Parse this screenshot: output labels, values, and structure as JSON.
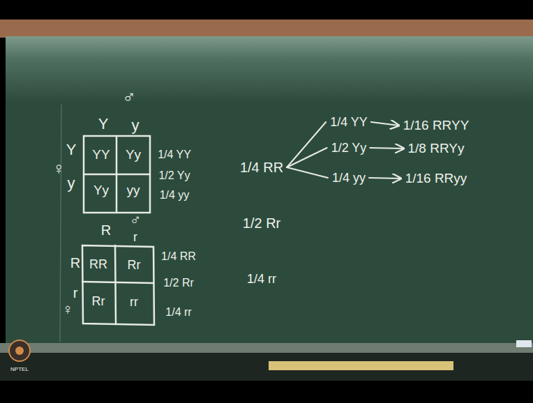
{
  "diagram": {
    "nodes": [
      {
        "text": [
          "1/4 RR"
        ]
      },
      {
        "text": [
          "1/4 YY"
        ]
      },
      {
        "text": [
          "1/2 Yy"
        ]
      },
      {
        "text": [
          "1/4 yy"
        ]
      },
      {
        "text": [
          "1/16 RRYY"
        ]
      },
      {
        "text": [
          "1/8 RRYy"
        ]
      },
      {
        "text": [
          "1/16 RRyy"
        ]
      }
    ],
    "edges": [
      {
        "from": 0,
        "to": 1,
        "arrow": "none"
      },
      {
        "from": 0,
        "to": 2,
        "arrow": "none"
      },
      {
        "from": 0,
        "to": 3,
        "arrow": "none"
      },
      {
        "from": 1,
        "to": 4,
        "arrow": "to"
      },
      {
        "from": 2,
        "to": 5,
        "arrow": "to"
      },
      {
        "from": 3,
        "to": 6,
        "arrow": "to"
      }
    ],
    "labels": [
      "♂",
      "Y",
      "y",
      "Y",
      "y",
      "♀",
      "YY",
      "Yy",
      "Yy",
      "yy",
      "1/4 YY",
      "1/2 Yy",
      "1/4 yy",
      "1/2 Rr",
      "1/4 rr",
      "R",
      "♂",
      "r",
      "R",
      "r",
      "♀",
      "RR",
      "Rr",
      "Rr",
      "rr",
      "1/4 RR",
      "1/2 Rr",
      "1/4 rr",
      "NPTEL"
    ]
  }
}
